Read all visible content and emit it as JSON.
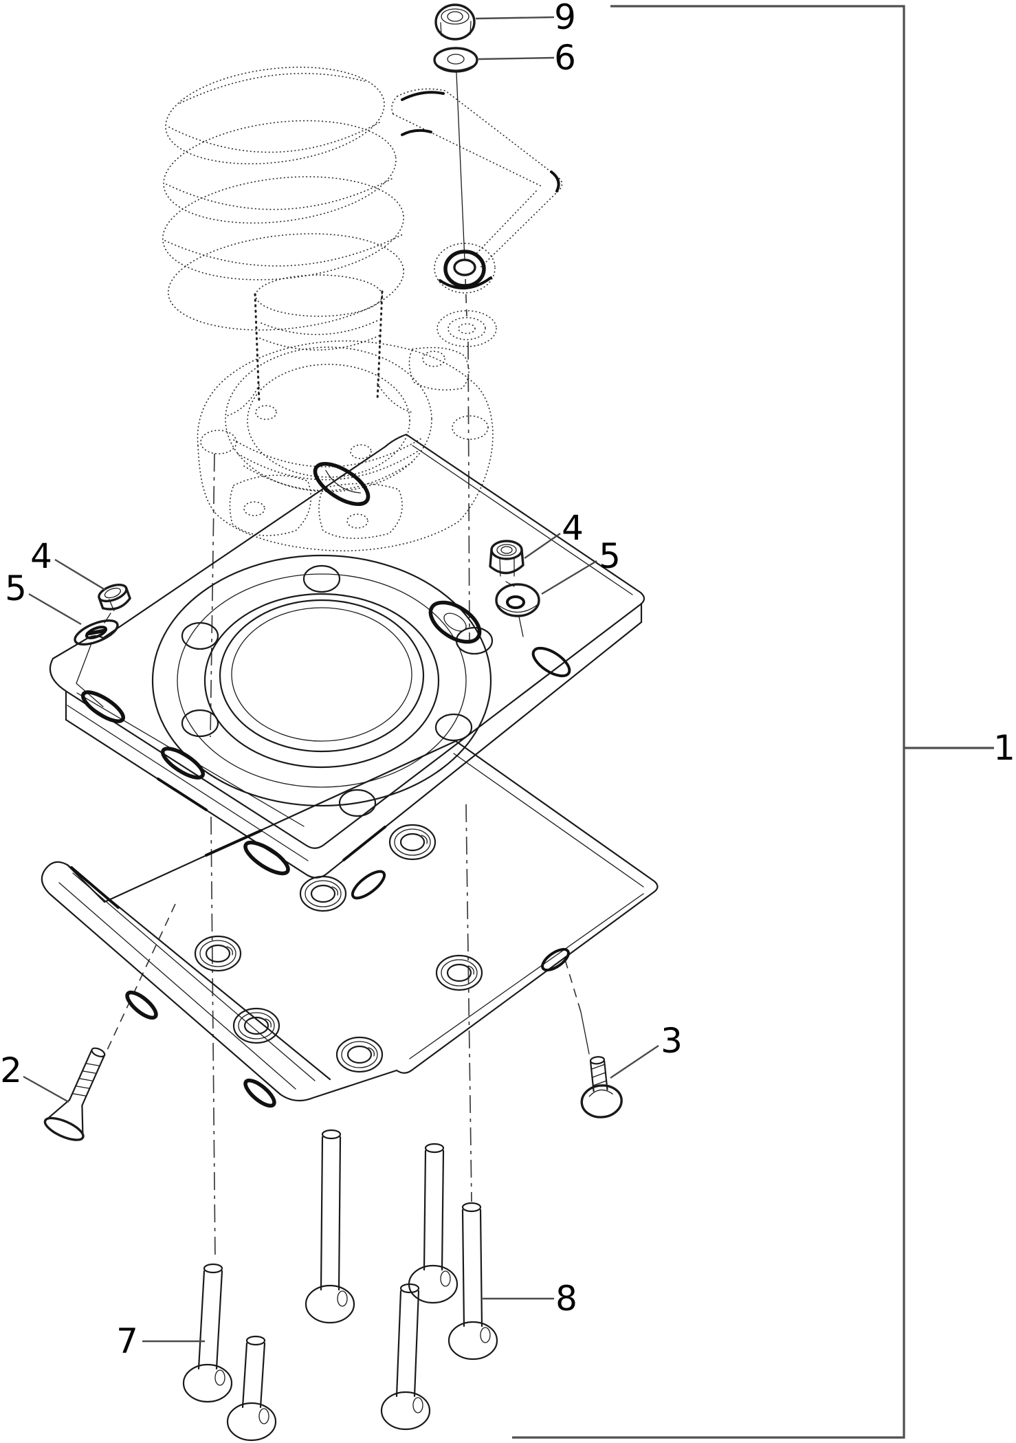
{
  "figure": {
    "type": "exploded-parts-diagram",
    "background": "#ffffff",
    "colors": {
      "line": "#1a1a1a",
      "phantom_line": "#2e2e2e",
      "center_line": "#3a3a3a",
      "callout_line": "#4a4a4a",
      "reference_bracket": "#4f4f4f",
      "text": "#000000"
    },
    "callouts": [
      {
        "label": "9",
        "part": "hex-nut-top"
      },
      {
        "label": "6",
        "part": "flat-washer-top"
      },
      {
        "label": "4",
        "part": "lock-nut-left"
      },
      {
        "label": "5",
        "part": "spring-washer-left"
      },
      {
        "label": "4",
        "part": "lock-nut-center"
      },
      {
        "label": "5",
        "part": "flat-washer-center"
      },
      {
        "label": "2",
        "part": "countersunk-screw-left"
      },
      {
        "label": "3",
        "part": "pan-head-screw-right"
      },
      {
        "label": "7",
        "part": "pin-bolt-left-group"
      },
      {
        "label": "8",
        "part": "pin-bolt-right-group"
      },
      {
        "label": "1",
        "part": "complete-assembly"
      }
    ]
  }
}
